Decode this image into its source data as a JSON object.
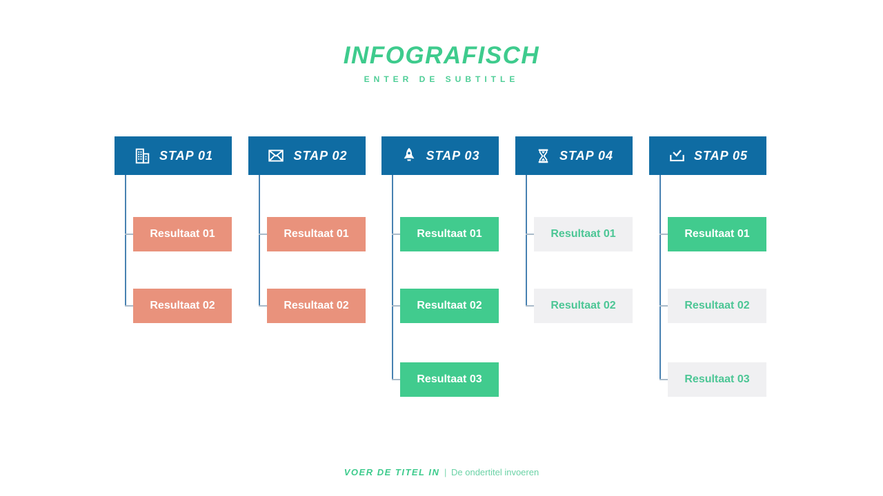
{
  "title": {
    "text": "INFOGRAFISCH",
    "subtitle": "ENTER DE SUBTITLE"
  },
  "colors": {
    "header_blue": "#0f6ca3",
    "salmon": "#e9927c",
    "green": "#41cb8e",
    "gray_box": "#f0f0f2",
    "gray_box_text": "#4cc695",
    "title_green": "#3ecb8d",
    "connector_blue": "#4781b1",
    "tick_gray": "#a9bac9"
  },
  "columns": [
    {
      "header": {
        "label": "STAP 01",
        "icon": "building-icon"
      },
      "results": [
        {
          "label": "Resultaat 01",
          "variant": "salmon"
        },
        {
          "label": "Resultaat 02",
          "variant": "salmon"
        }
      ]
    },
    {
      "header": {
        "label": "STAP 02",
        "icon": "envelope-icon"
      },
      "results": [
        {
          "label": "Resultaat 01",
          "variant": "salmon"
        },
        {
          "label": "Resultaat 02",
          "variant": "salmon"
        }
      ]
    },
    {
      "header": {
        "label": "STAP 03",
        "icon": "rocket-icon"
      },
      "results": [
        {
          "label": "Resultaat 01",
          "variant": "green"
        },
        {
          "label": "Resultaat 02",
          "variant": "green"
        },
        {
          "label": "Resultaat 03",
          "variant": "green"
        }
      ]
    },
    {
      "header": {
        "label": "STAP 04",
        "icon": "hourglass-icon"
      },
      "results": [
        {
          "label": "Resultaat 01",
          "variant": "gray"
        },
        {
          "label": "Resultaat 02",
          "variant": "gray"
        }
      ]
    },
    {
      "header": {
        "label": "STAP 05",
        "icon": "inbox-check-icon"
      },
      "results": [
        {
          "label": "Resultaat 01",
          "variant": "green"
        },
        {
          "label": "Resultaat 02",
          "variant": "gray"
        },
        {
          "label": "Resultaat 03",
          "variant": "gray"
        }
      ]
    }
  ],
  "footer": {
    "title": "VOER DE TITEL IN",
    "separator": "|",
    "subtitle": "De ondertitel invoeren"
  }
}
